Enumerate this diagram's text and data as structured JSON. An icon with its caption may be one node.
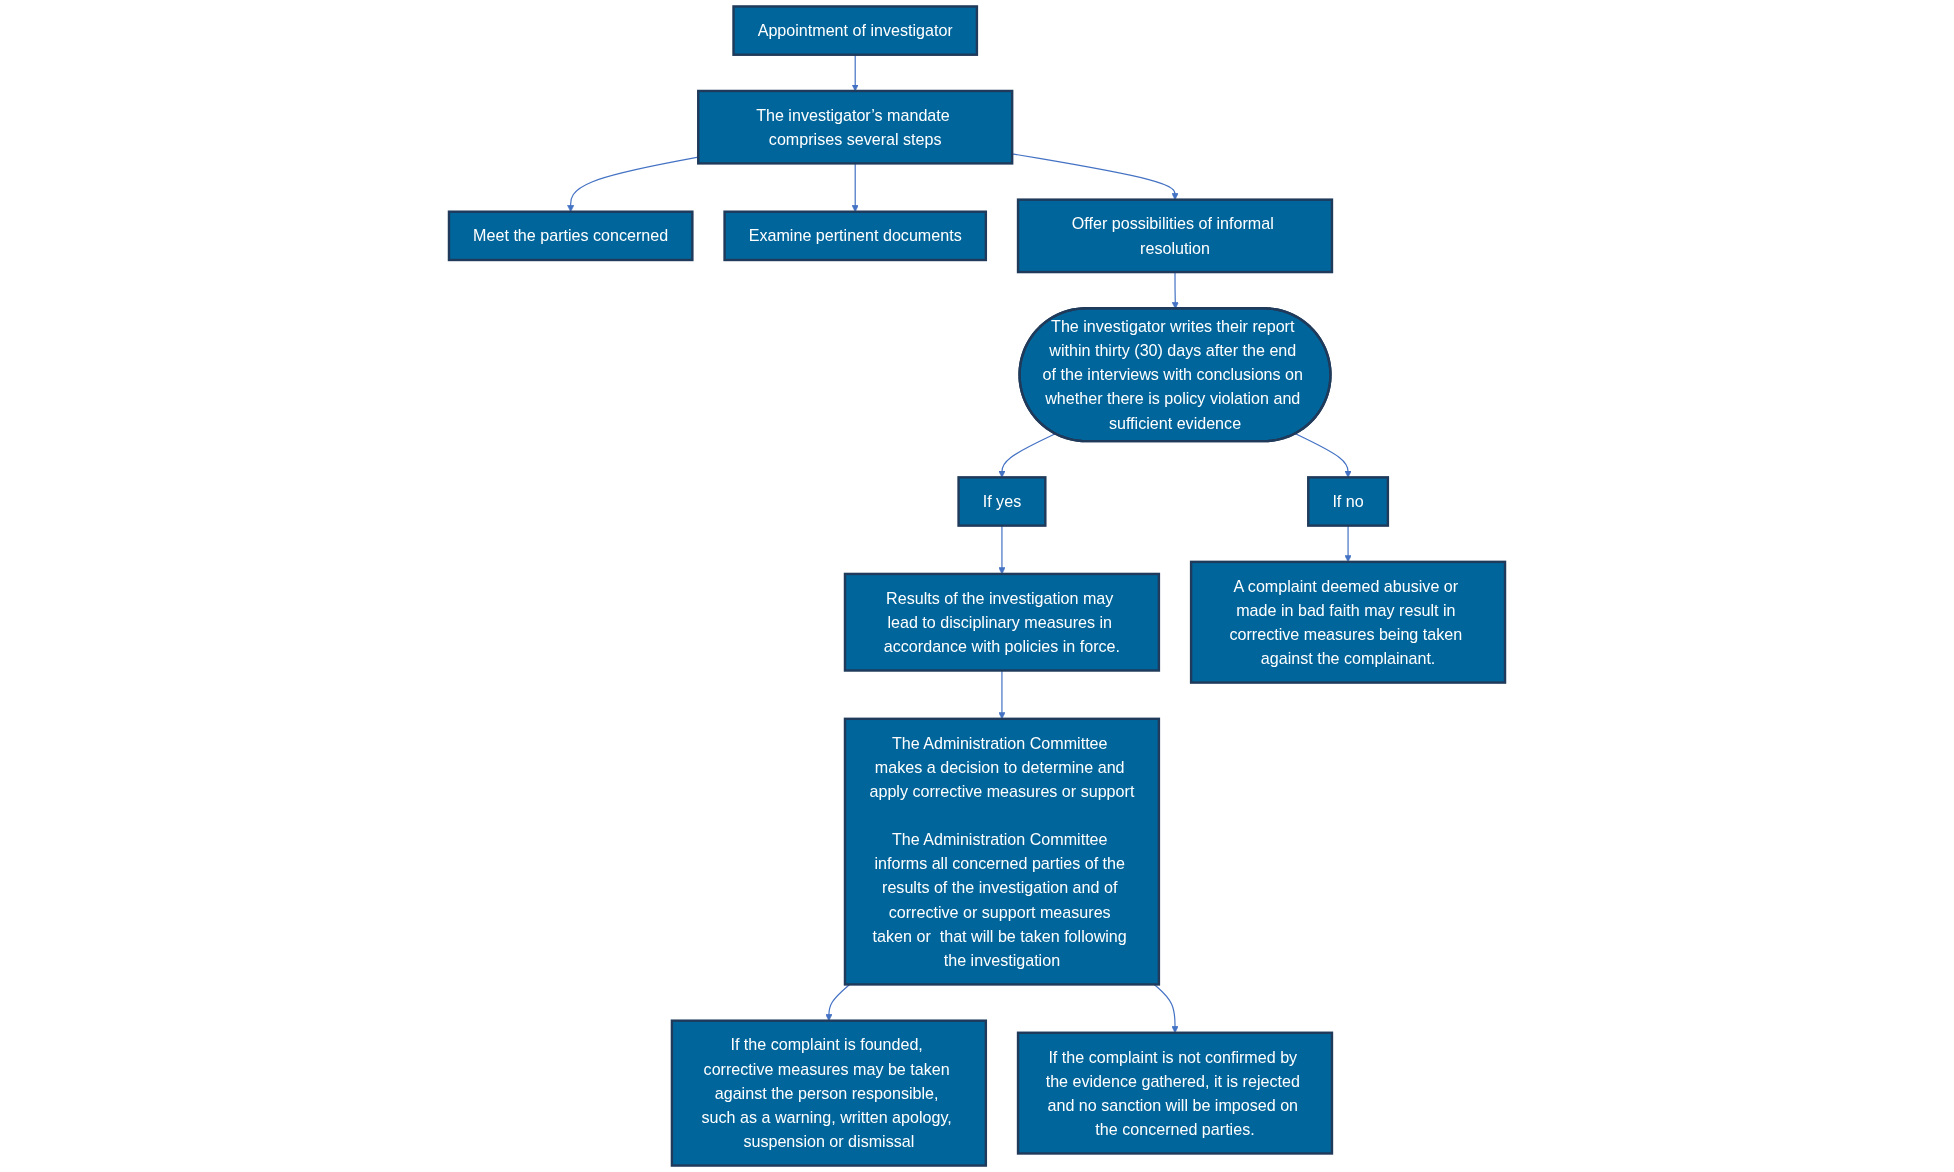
{
  "diagram": {
    "nodes": [
      {
        "text": [
          "Appointment of investigator"
        ]
      },
      {
        "text": [
          "The investigator’s mandate comprises several steps"
        ]
      },
      {
        "text": [
          "Meet the parties concerned"
        ]
      },
      {
        "text": [
          "Examine pertinent documents"
        ]
      },
      {
        "text": [
          "Offer possibilities of informal resolution"
        ]
      },
      {
        "text": [
          "The investigator writes their report within thirty (30) days after the end of the interviews with conclusions on whether there is policy violation and sufficient evidence"
        ]
      },
      {
        "text": [
          "If yes"
        ]
      },
      {
        "text": [
          "If no"
        ]
      },
      {
        "text": [
          "Results of the investigation may lead to disciplinary measures in accordance with policies in force."
        ]
      },
      {
        "text": [
          "The Administration Committee makes a decision to determine and apply corrective measures or support",
          "The Administration Committee informs all concerned parties of the results of the investigation and of corrective or support measures taken or  that will be taken following the investigation"
        ]
      },
      {
        "text": [
          "If the complaint is founded, corrective measures may be taken against the person responsible, such as a warning, written apology, suspension or dismissal"
        ]
      },
      {
        "text": [
          "If the complaint is not confirmed by the evidence gathered, it is rejected and no sanction will be imposed on the concerned parties."
        ]
      },
      {
        "text": [
          "A complaint deemed abusive or made in bad faith may result in corrective measures being taken against the complainant."
        ]
      }
    ],
    "edges": [
      {
        "from": 0,
        "to": 1,
        "arrow": "to"
      },
      {
        "from": 1,
        "to": 2,
        "arrow": "to"
      },
      {
        "from": 1,
        "to": 3,
        "arrow": "to"
      },
      {
        "from": 1,
        "to": 4,
        "arrow": "to"
      },
      {
        "from": 4,
        "to": 5,
        "arrow": "to"
      },
      {
        "from": 5,
        "to": 6,
        "arrow": "to"
      },
      {
        "from": 5,
        "to": 7,
        "arrow": "to"
      },
      {
        "from": 6,
        "to": 8,
        "arrow": "to"
      },
      {
        "from": 8,
        "to": 9,
        "arrow": "to"
      },
      {
        "from": 9,
        "to": 10,
        "arrow": "to"
      },
      {
        "from": 9,
        "to": 11,
        "arrow": "to"
      },
      {
        "from": 7,
        "to": 12,
        "arrow": "to"
      }
    ]
  }
}
